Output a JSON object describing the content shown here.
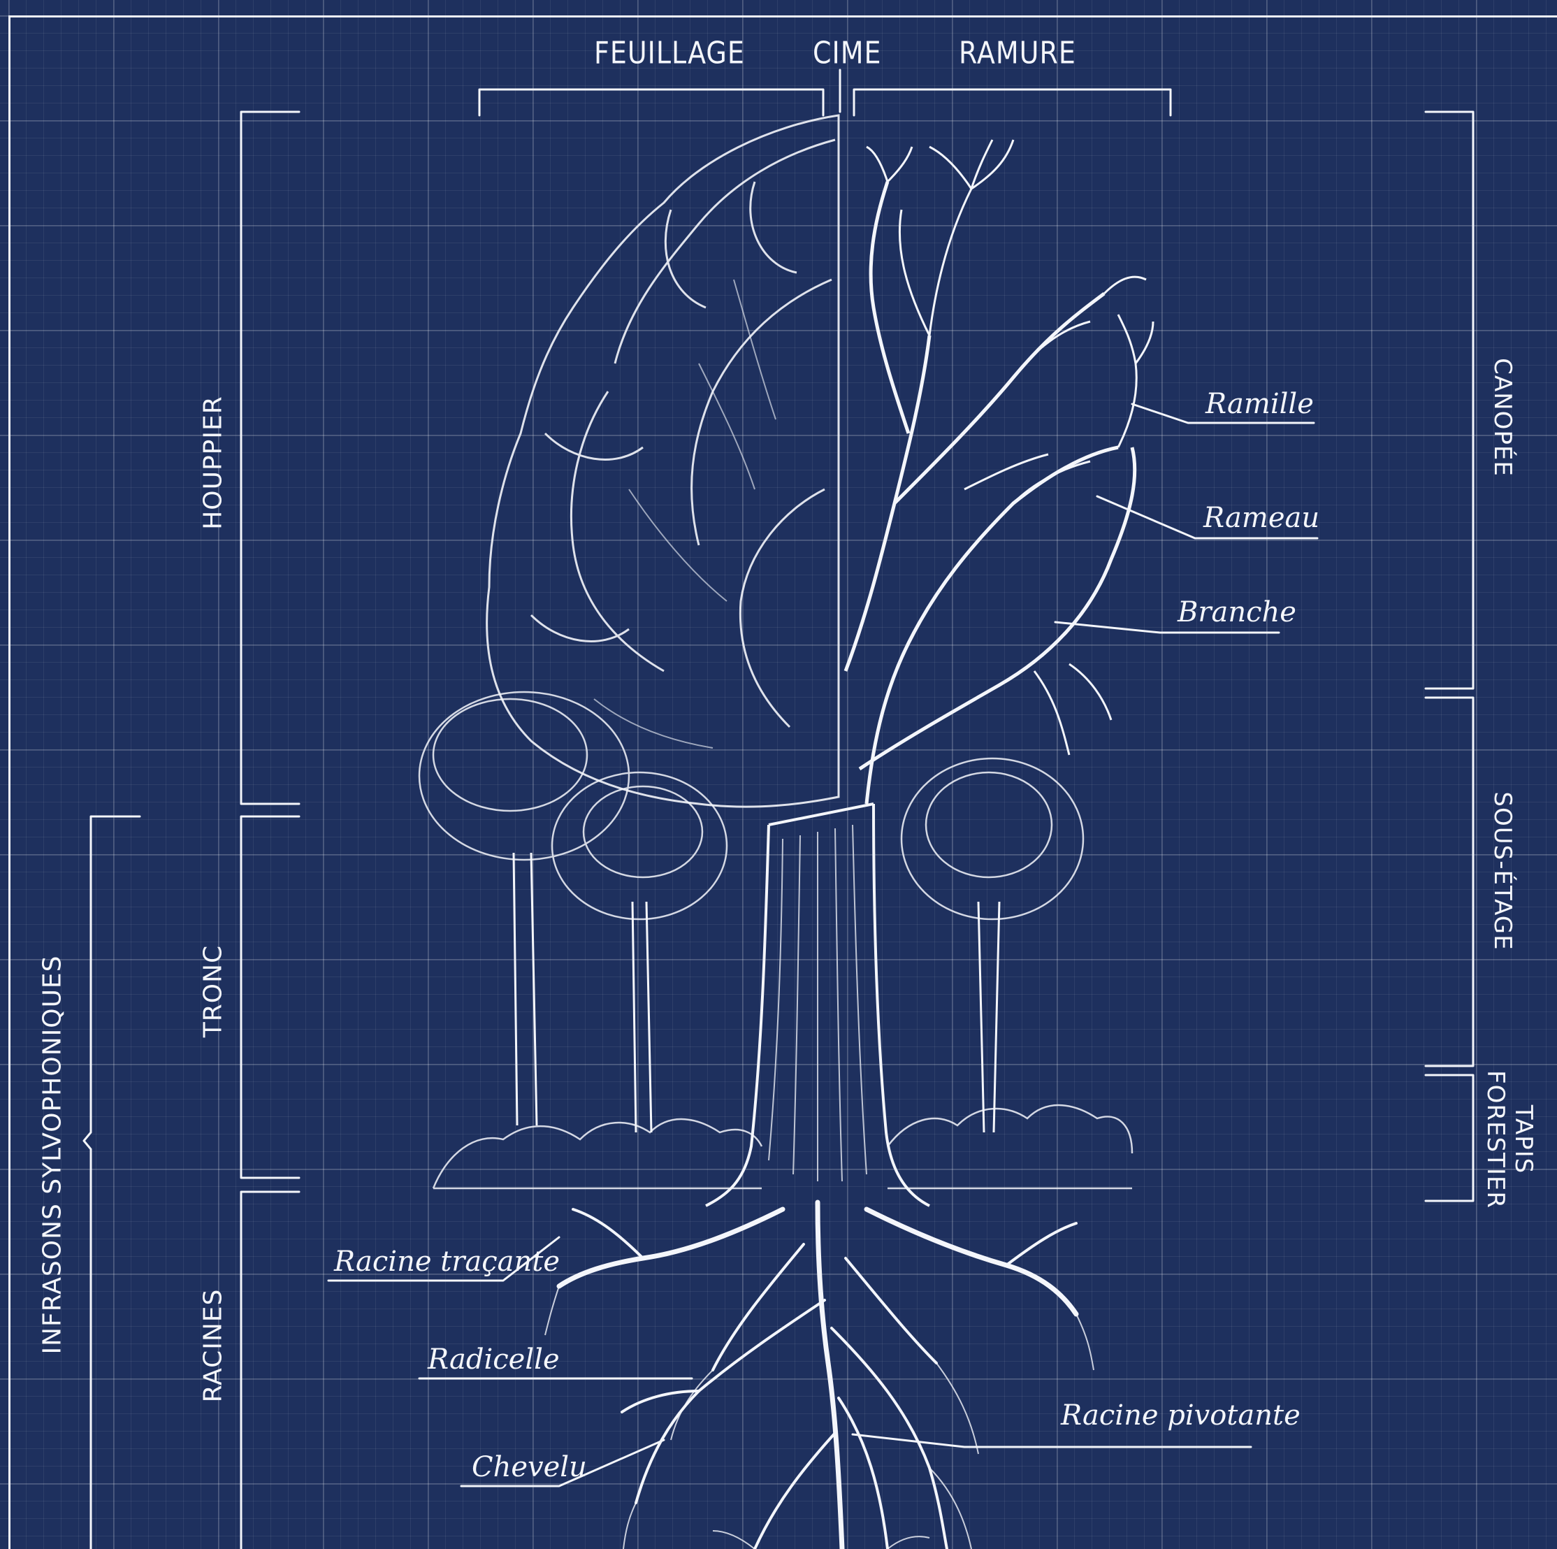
{
  "top_labels": {
    "feuillage": "FEUILLAGE",
    "cime": "CIME",
    "ramure": "RAMURE"
  },
  "left_labels": {
    "houppier": "HOUPPIER",
    "tronc": "TRONC",
    "racines": "RACINES",
    "infrasons": "INFRASONS SYLVOPHONIQUES"
  },
  "right_labels": {
    "canopee": "CANOPÉE",
    "sous_etage": "SOUS-ÉTAGE",
    "tapis_line1": "TAPIS",
    "tapis_line2": "FORESTIER"
  },
  "callouts": {
    "ramille": "Ramille",
    "rameau": "Rameau",
    "branche": "Branche",
    "racine_tracante": "Racine traçante",
    "radicelle": "Radicelle",
    "chevelu": "Chevelu",
    "racine_pivotante": "Racine pivotante"
  },
  "colors": {
    "background": "#1e305e",
    "ink": "#f4f6fb"
  }
}
